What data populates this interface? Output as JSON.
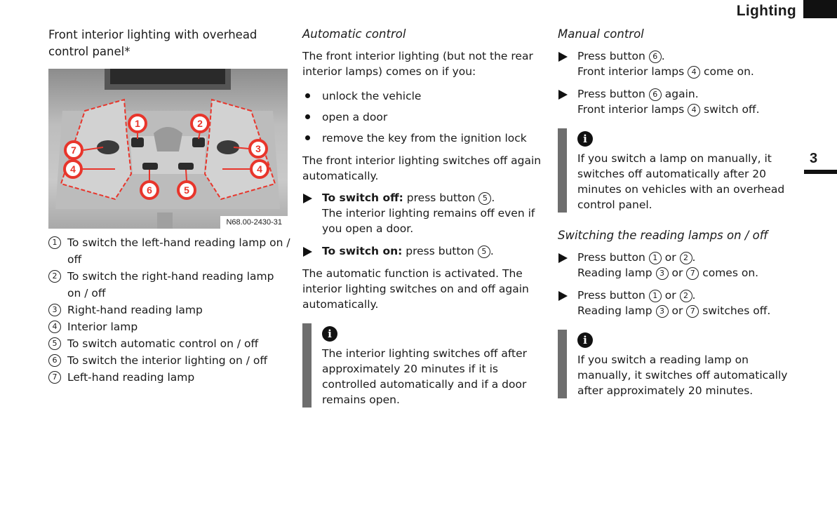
{
  "header": {
    "title": "Lighting",
    "chapter": "3"
  },
  "col1": {
    "title": "Front interior lighting with overhead control panel*",
    "figure": {
      "code": "N68.00-2430-31",
      "callouts": [
        "1",
        "2",
        "7",
        "3",
        "4",
        "4",
        "6",
        "5"
      ],
      "colors": {
        "callout": "#e8352b",
        "panel": "#d2d2d2",
        "frame": "#8f8f8f"
      }
    },
    "legend": [
      {
        "n": "1",
        "text": "To switch the left-hand reading lamp on / off"
      },
      {
        "n": "2",
        "text": "To switch the right-hand reading lamp on / off"
      },
      {
        "n": "3",
        "text": "Right-hand reading lamp"
      },
      {
        "n": "4",
        "text": "Interior lamp"
      },
      {
        "n": "5",
        "text": "To switch automatic control on / off"
      },
      {
        "n": "6",
        "text": "To switch the interior lighting on / off"
      },
      {
        "n": "7",
        "text": "Left-hand reading lamp"
      }
    ]
  },
  "col2": {
    "title": "Automatic control",
    "intro": "The front interior lighting (but not the rear interior lamps) comes on if you:",
    "bullets": [
      "unlock the vehicle",
      "open a door",
      "remove the key from the ignition lock"
    ],
    "after": "The front interior lighting switches off again automatically.",
    "step1": {
      "bold": "To switch off:",
      "pre": "press button",
      "n": "5",
      "post": ".",
      "detail": "The interior lighting remains off even if you open a door."
    },
    "step2": {
      "bold": "To switch on:",
      "pre": "press button",
      "n": "5",
      "post": "."
    },
    "auto": "The automatic function is activated. The interior lighting switches on and off again automatically.",
    "note": "The interior lighting switches off after approximately 20 minutes if it is controlled automatically and if a door remains open."
  },
  "col3": {
    "title": "Manual control",
    "step1": {
      "pre": "Press button",
      "n": "6",
      "post": ".",
      "l2pre": "Front interior lamps",
      "l2n": "4",
      "l2post": "come on."
    },
    "step2": {
      "pre": "Press button",
      "n": "6",
      "post": "again.",
      "l2pre": "Front interior lamps",
      "l2n": "4",
      "l2post": "switch off."
    },
    "note1": "If you switch a lamp on manually, it switches off automatically after 20 minutes on vehicles with an overhead control panel.",
    "title2": "Switching the reading lamps on / off",
    "step3": {
      "pre": "Press button",
      "n1": "1",
      "or": "or",
      "n2": "2",
      "post": ".",
      "l2pre": "Reading lamp",
      "l2n1": "3",
      "l2n2": "7",
      "l2post": "comes on."
    },
    "step4": {
      "pre": "Press button",
      "n1": "1",
      "or": "or",
      "n2": "2",
      "post": ".",
      "l2pre": "Reading lamp",
      "l2n1": "3",
      "l2n2": "7",
      "l2post": "switches off."
    },
    "note2": "If you switch a reading lamp on manually, it switches off automatically after approximately 20 minutes."
  }
}
